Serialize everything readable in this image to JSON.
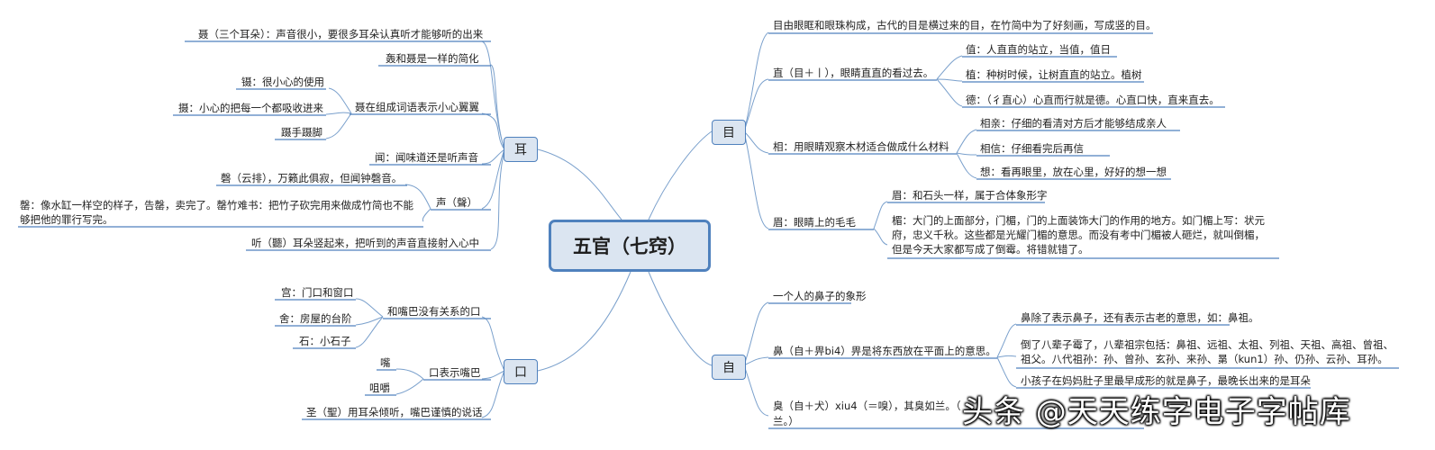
{
  "root": "五官（七窍）",
  "branches": {
    "er": {
      "label": "耳",
      "n1": "聂（三个耳朵）：声音很小，要很多耳朵认真听才能够听的出来",
      "n2": "轰和聂是一样的简化",
      "n3": "聂在组成词语表示小心翼翼",
      "n3a": "镊：很小心的使用",
      "n3b": "摄：小心的把每一个都吸收进来",
      "n3c": "蹑手蹑脚",
      "n4": "闻：闻味道还是听声音",
      "n5": "声（聲）",
      "n5a": "磬（云排），万籁此俱寂，但闻钟磬音。",
      "n5b": "罄：像水缸一样空的样子，告罄，卖完了。罄竹难书：把竹子砍完用来做成竹简也不能够把他的罪行写完。",
      "n6": "听（聽）耳朵竖起来，把听到的声音直接射入心中"
    },
    "kou": {
      "label": "口",
      "n1": "和嘴巴没有关系的口",
      "n1a": "宫：门口和窗口",
      "n1b": "舍：房屋的台阶",
      "n1c": "石：小石子",
      "n2": "口表示嘴巴",
      "n2a": "嘴",
      "n2b": "咀嚼",
      "n3": "圣（聖）用耳朵倾听，嘴巴谨慎的说话"
    },
    "mu": {
      "label": "目",
      "n1": "目由眼眶和眼珠构成，古代的目是横过来的目，在竹简中为了好刻画，写成竖的目。",
      "n2": "直（目＋丨），眼睛直直的看过去。",
      "n2a": "值：人直直的站立，当值，值日",
      "n2b": "植：种树时候，让树直直的站立。植树",
      "n2c": "德：（彳直心）心直而行就是德。心直口快，直来直去。",
      "n3": "相：用眼睛观察木材适合做成什么材料",
      "n3a": "相亲：仔细的看清对方后才能够结成亲人",
      "n3b": "相信：仔细看完后再信",
      "n3c": "想：看再眼里，放在心里，好好的想一想",
      "n4": "眉：眼睛上的毛毛",
      "n4a": "眉：和石头一样，属于合体象形字",
      "n4b": "楣：大门的上面部分，门楣，门的上面装饰大门的作用的地方。如门楣上写：状元府，忠义千秋。这些都是光耀门楣的意思。而没有考中门楣被人砸烂，就叫倒楣，但是今天大家都写成了倒霉。将错就错了。"
    },
    "zi": {
      "label": "自",
      "n1": "一个人的鼻子的象形",
      "n2": "鼻（自＋畀bi4）畀是将东西放在平面上的意思。",
      "n2a": "鼻除了表示鼻子，还有表示古老的意思，如：鼻祖。",
      "n2b": "倒了八辈子霉了，八辈祖宗包括：鼻祖、远祖、太祖、列祖、天祖、高祖、曾祖、祖父。八代祖孙：孙、曾孙、玄孙、来孙、晜（kun1）孙、仍孙、云孙、耳孙。",
      "n2c": "小孩子在妈妈肚子里最早成形的就是鼻子，最晚长出来的是耳朵",
      "n3": "臭（自＋犬）xiu4（＝嗅），其臭如兰。（",
      "n3b": "兰。）"
    }
  },
  "watermark": "头条 @天天练字电子字帖库",
  "colors": {
    "line": "#4f81bd",
    "node_fill": "#dbe5f1",
    "curve": "#7aa0cc"
  }
}
